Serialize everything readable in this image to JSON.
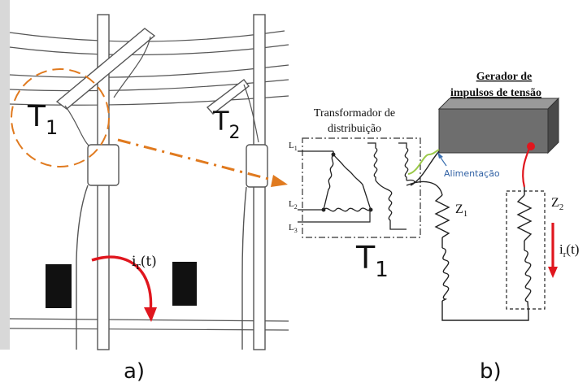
{
  "panel_a": {
    "label": "a)",
    "t1_label": {
      "main": "T",
      "sub": "1"
    },
    "t2_label": {
      "main": "T",
      "sub": "2"
    },
    "current_label": {
      "main": "i",
      "sub": "r",
      "suffix": "(t)"
    }
  },
  "panel_b": {
    "label": "b)",
    "transformer_title_line1": "Transformador de",
    "transformer_title_line2": "distribuição",
    "generator_title_line1": "Gerador de",
    "generator_title_line2": "impulsos de tensão",
    "supply_label": "Alimentação",
    "terminals": [
      {
        "main": "L",
        "sub": "1"
      },
      {
        "main": "L",
        "sub": "2"
      },
      {
        "main": "L",
        "sub": "3"
      }
    ],
    "t1_label": {
      "main": "T",
      "sub": "1"
    },
    "z1_label": {
      "main": "Z",
      "sub": "1"
    },
    "z2_label": {
      "main": "Z",
      "sub": "2"
    },
    "current_label": {
      "main": "i",
      "sub": "r",
      "suffix": "(t)"
    }
  },
  "colors": {
    "highlight_orange": "#e07a1f",
    "current_red": "#e0161e",
    "supply_green": "#9bc94a",
    "supply_blue": "#3a6fb0",
    "line_dark": "#1a1a1a",
    "sketch_gray": "#666666"
  }
}
